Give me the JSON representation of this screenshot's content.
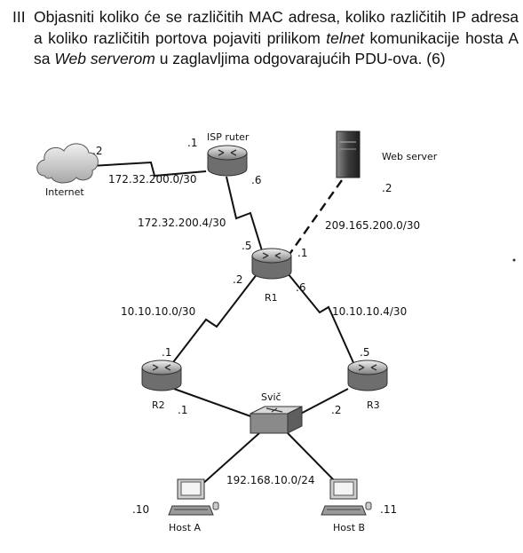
{
  "question": {
    "number": "III",
    "text_parts": [
      {
        "t": "Objasniti koliko će se različitih MAC adresa, koliko različitih IP adresa a koliko različitih portova pojaviti prilikom ",
        "i": false
      },
      {
        "t": "telnet",
        "i": true
      },
      {
        "t": " komunikacije hosta A sa ",
        "i": false
      },
      {
        "t": "Web serverom",
        "i": true
      },
      {
        "t": " u zaglavljima odgovarajućih PDU-ova. (6)",
        "i": false
      }
    ]
  },
  "diagram": {
    "devices": {
      "internet": "Internet",
      "isp": "ISP ruter",
      "webserver": "Web server",
      "r1": "R1",
      "r2": "R2",
      "r3": "R3",
      "switch": "Svič",
      "hosta": "Host A",
      "hostb": "Host B"
    },
    "networks": {
      "net_internet_isp": "172.32.200.0/30",
      "net_isp_r1": "172.32.200.4/30",
      "net_r1_web": "209.165.200.0/30",
      "net_r1_r2": "10.10.10.0/30",
      "net_r1_r3": "10.10.10.4/30",
      "net_lan": "192.168.10.0/24"
    },
    "addresses": {
      "internet": ".2",
      "isp_left": ".1",
      "isp_down": ".6",
      "web": ".2",
      "r1_top": ".5",
      "r1_web": ".1",
      "r1_left": ".2",
      "r1_right": ".6",
      "r2_top": ".1",
      "r2_lan": ".1",
      "r3_top": ".5",
      "r3_lan": ".2",
      "hosta": ".10",
      "hostb": ".11"
    }
  }
}
